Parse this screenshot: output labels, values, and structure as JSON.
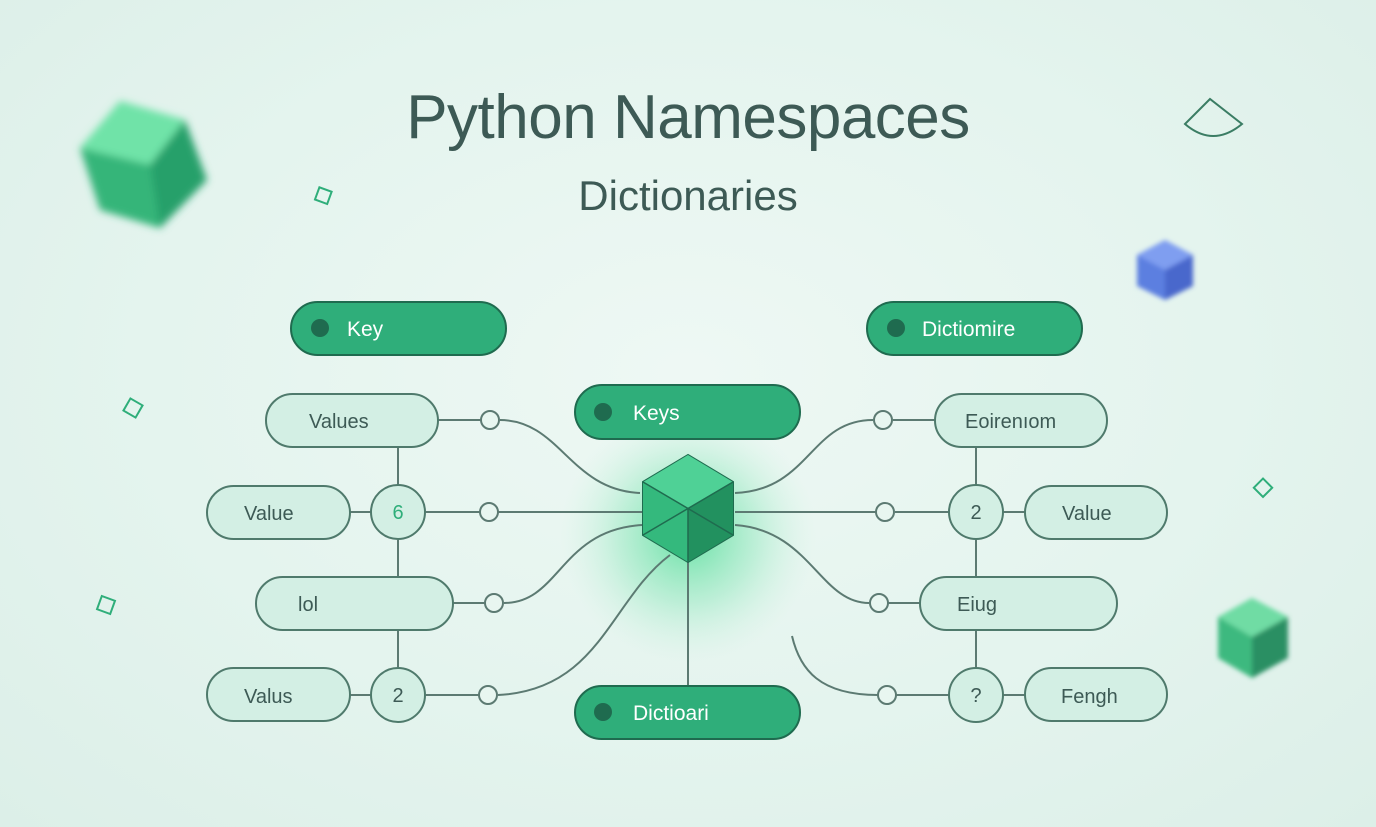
{
  "title": "Python Namespaces",
  "subtitle": "Dictionaries",
  "colors": {
    "accent": "#2fae7a",
    "accent_dark": "#1f6b4f",
    "pill_light": "#d3efe4",
    "line": "#5c7a72",
    "text": "#3d5a55",
    "glow": "#3ad98a",
    "blue_cube": "#5b7fe0"
  },
  "header_pills": {
    "top_left": "Key",
    "top_right": "Dictiomire",
    "center_top": "Keys",
    "center_bottom": "Dictioari"
  },
  "left_nodes": {
    "row1": "Values",
    "row2": "Value",
    "row2_circle": "6",
    "row3": "lol",
    "row4": "Valus",
    "row4_circle": "2"
  },
  "right_nodes": {
    "row1": "Eoirenıom",
    "row2": "Value",
    "row2_circle": "2",
    "row3": "Eiug",
    "row4": "Fengh",
    "row4_circle": "?"
  },
  "central_icon": "cube-icon"
}
